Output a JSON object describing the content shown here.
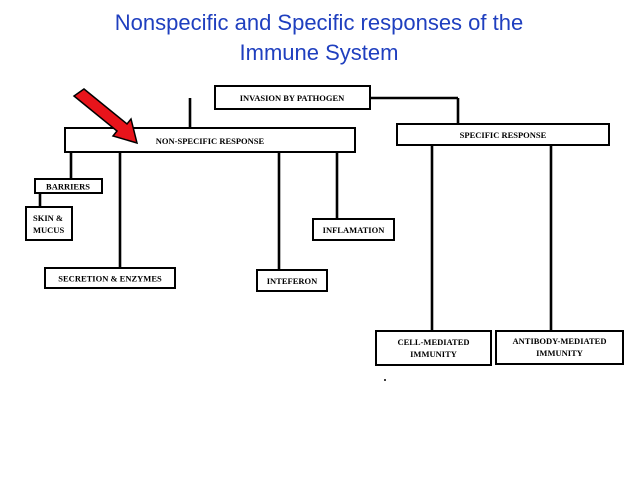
{
  "title": {
    "line1": "Nonspecific and Specific responses of the",
    "line2": "Immune System"
  },
  "nodes": {
    "invasion": "INVASION BY PATHOGEN",
    "nonspecific": "NON-SPECIFIC RESPONSE",
    "specific": "SPECIFIC RESPONSE",
    "barriers": "BARRIERS",
    "skin_line1": "SKIN &",
    "skin_line2": "MUCUS",
    "secretion": "SECRETION & ENZYMES",
    "inteferon": "INTEFERON",
    "inflamation": "INFLAMATION",
    "cell_line1": "CELL-MEDIATED",
    "cell_line2": "IMMUNITY",
    "antibody_line1": "ANTIBODY-MEDIATED",
    "antibody_line2": "IMMUNITY"
  },
  "colors": {
    "title": "#1f3fbf",
    "arrow": "#e8141b"
  },
  "icons": {
    "pointer": "red-arrow-icon"
  }
}
